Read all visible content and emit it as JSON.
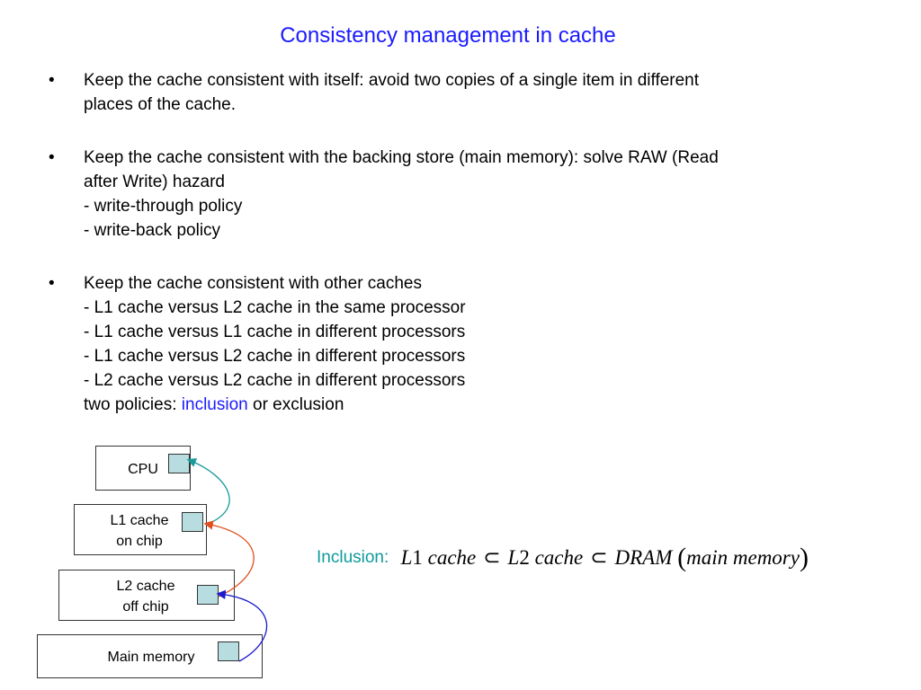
{
  "title": "Consistency management in cache",
  "bullets": [
    {
      "marker": "•",
      "lines": [
        "Keep the cache consistent with itself: avoid two copies of a single item in different",
        "places of the cache."
      ]
    },
    {
      "marker": "•",
      "lines": [
        "Keep the cache consistent with the backing store (main memory): solve RAW (Read",
        "after Write) hazard",
        "- write-through policy",
        "- write-back policy"
      ]
    },
    {
      "marker": "•",
      "lines": [
        "Keep the cache consistent with other caches",
        "- L1 cache versus L2 cache in the same processor",
        "- L1 cache versus L1 cache in different processors",
        "- L1 cache versus L2 cache in different processors",
        "- L2 cache versus L2 cache in different processors"
      ],
      "policies": {
        "prefix": "two policies: ",
        "accent": "inclusion",
        "suffix": " or exclusion"
      }
    }
  ],
  "diagram": {
    "cpu": "CPU",
    "l1_line1": "L1 cache",
    "l1_line2": "on chip",
    "l2_line1": "L2 cache",
    "l2_line2": "off chip",
    "main_memory": "Main memory",
    "arrow_colors": {
      "l1_to_cpu": "#1a9a9a",
      "l2_to_l1": "#e0501e",
      "mem_to_l2": "#1a1acc"
    },
    "port_color": "#b7dde0"
  },
  "inclusion": {
    "label": "Inclusion:",
    "l1_letter": "L",
    "l1_digit": "1",
    "cache1": "cache",
    "subset1": "⊂",
    "l2_letter": "L",
    "l2_digit": "2",
    "cache2": "cache",
    "subset2": "⊂",
    "dram": "DRAM",
    "open_paren": "(",
    "main_memory": "main memory",
    "close_paren": ")"
  },
  "colors": {
    "title": "#1a1aff",
    "accent": "#1a1aff",
    "inclusion_label": "#0f9a9a"
  }
}
